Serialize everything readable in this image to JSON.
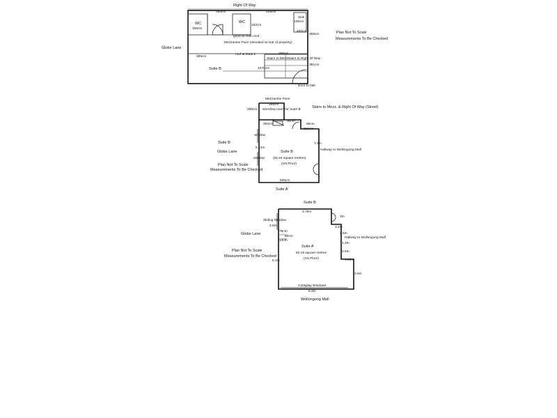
{
  "plan1": {
    "right_of_way": "Right Of Way",
    "dim_top_left": "384cm",
    "dim_top_right": "228cm",
    "wc_left": "WC",
    "dim_wc": "168cm",
    "wc_right": "WC",
    "dim_182": "182cm",
    "sink": "Sink",
    "dim_sink": "136cm",
    "dim_400": "400cm",
    "dim_359": "359cm",
    "main_roof": "good at main roof",
    "mezz_note": "Mezzanine Floor (elevated at rear of property)",
    "globe_lane": "Globe Lane",
    "dim_389": "389cm",
    "roof_light": "roof at least 1",
    "dim_269": "269cm",
    "stairs_mezz": "Stairs to Mezz",
    "stairs_row": "Stairs to Right Of Way",
    "dim_381": "381cm",
    "dim_1070": "1070cm",
    "suite_b": "Suite B",
    "door_to_hall": "Door to hall",
    "not_to_scale": "Plan Not To Scale",
    "measurements": "Measurements To Be Checked"
  },
  "plan2": {
    "mezz_floor": "Mezzanine Floor",
    "dim_398": "398cm",
    "dim_290": "290cm",
    "store_room": "store/tea room for Suite B",
    "stairs_street": "Stairs to Mezz. & Right Of Way (Street)",
    "dim_90": "90cm",
    "dim_392": "392cm",
    "dim_86": "86cm",
    "dim_816": "816cm",
    "window_top": "window",
    "suite_b_left": "Suite B",
    "dim_73": "7.3m",
    "globe_lane": "Globe Lane",
    "dim_612": "6.12m",
    "room_name": "Suite B",
    "room_area": "(51.54 square metres)",
    "room_floor": "(1st Floor)",
    "hallway": "Hallway to Wollongong Mall",
    "window_bottom": "window",
    "not_to_scale": "Plan Not To Scale",
    "measurements": "Measurements To Be Checked",
    "dim_506": "506cm",
    "suite_a": "Suite A"
  },
  "plan3": {
    "suite_b": "Suite B",
    "dim_476": "4.76m",
    "dim_3m": "3m",
    "sliding_window": "Sliding Window",
    "dim_35": "3.5m",
    "dim_32": "3.2m",
    "dim_76": "76cm",
    "hallway": "Hallway to Wollongong Mall",
    "globe_lane": "Globe Lane",
    "dim_60": "60cm",
    "dim_25": "2.5m",
    "dim_14": "14cm",
    "dim_13": "1.3m",
    "not_to_scale": "Plan Not To Scale",
    "room_name": "Suite A",
    "dim_26": "2.6m",
    "measurements": "Measurements To Be Checked",
    "room_area": "62.18 square metres",
    "room_floor": "(1st Floor)",
    "dim_61": "6.1m",
    "dim_140": "1.40m",
    "dim_36": "3.6m",
    "display_windows": "3 Display Windows",
    "dim_63": "6.3m",
    "wollongong_mall": "Wollongong Mall"
  }
}
